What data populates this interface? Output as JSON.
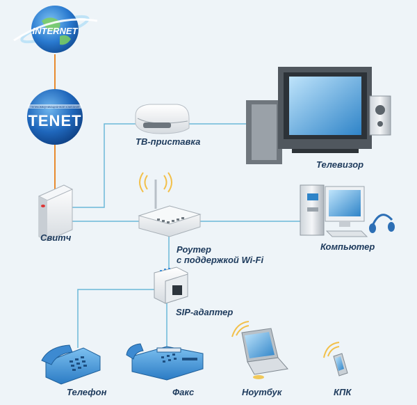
{
  "logos": {
    "internet": "INTERNET",
    "tenet": "TENET",
    "tenet_tagline": "телекоммуникационная компания"
  },
  "labels": {
    "tv_box": "ТВ-приставка",
    "tv": "Телевизор",
    "switch": "Свитч",
    "router_line1": "Роутер",
    "router_line2": "с поддержкой Wi-Fi",
    "computer": "Компьютер",
    "sip": "SIP-адаптер",
    "phone": "Телефон",
    "fax": "Факс",
    "laptop": "Ноутбук",
    "pda": "КПК"
  },
  "colors": {
    "uplink_line": "#e88a2e",
    "lan_line": "#6ab8d8",
    "label_text": "#1d3a5c",
    "globe_blue": "#1f6fc0",
    "device_blue": "#3a8fd6"
  }
}
